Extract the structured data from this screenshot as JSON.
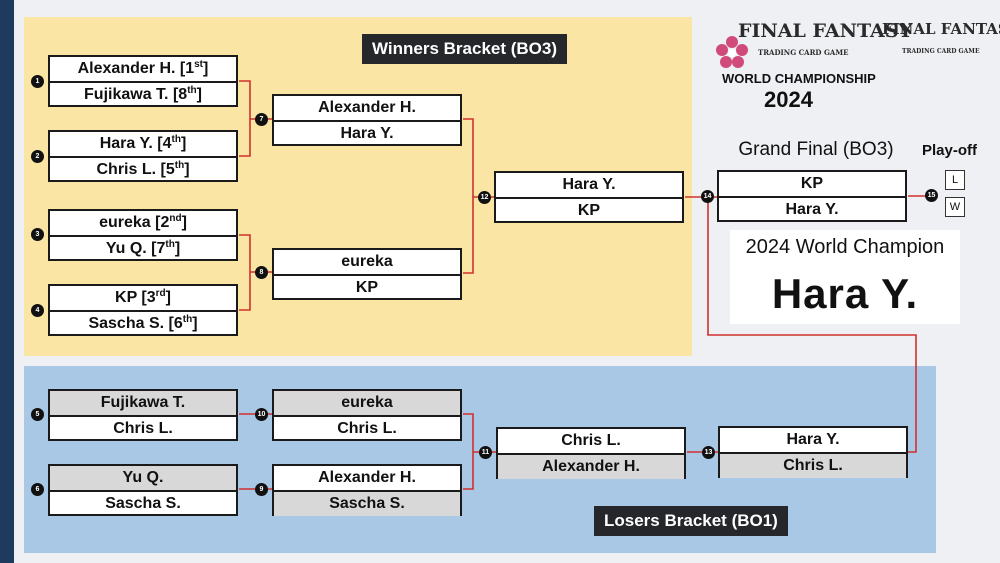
{
  "sections": {
    "winners": "Winners Bracket (BO3)",
    "losers": "Losers Bracket (BO1)",
    "grand_final": "Grand Final (BO3)",
    "playoff": "Play-off"
  },
  "logos": {
    "brand": "FINAL FANTASY",
    "subtitle": "TRADING CARD GAME",
    "event": "WORLD CHAMPIONSHIP",
    "year": "2024"
  },
  "champion": {
    "caption": "2024 World Champion",
    "name": "Hara Y."
  },
  "playoff_boxes": [
    "L",
    "W"
  ],
  "matches": {
    "m1": {
      "number": "1",
      "top": "Alexander H.",
      "top_seed": "1",
      "top_seed_suffix": "st",
      "bottom": "Fujikawa T.",
      "bottom_seed": "8",
      "bottom_seed_suffix": "th"
    },
    "m2": {
      "number": "2",
      "top": "Hara Y.",
      "top_seed": "4",
      "top_seed_suffix": "th",
      "bottom": "Chris L.",
      "bottom_seed": "5",
      "bottom_seed_suffix": "th"
    },
    "m3": {
      "number": "3",
      "top": "eureka",
      "top_seed": "2",
      "top_seed_suffix": "nd",
      "bottom": "Yu Q.",
      "bottom_seed": "7",
      "bottom_seed_suffix": "th"
    },
    "m4": {
      "number": "4",
      "top": "KP",
      "top_seed": "3",
      "top_seed_suffix": "rd",
      "bottom": "Sascha S.",
      "bottom_seed": "6",
      "bottom_seed_suffix": "th"
    },
    "m7": {
      "number": "7",
      "top": "Alexander H.",
      "bottom": "Hara Y."
    },
    "m8": {
      "number": "8",
      "top": "eureka",
      "bottom": "KP"
    },
    "m12": {
      "number": "12",
      "top": "Hara Y.",
      "bottom": "KP"
    },
    "m14": {
      "number": "14",
      "top": "KP",
      "bottom": "Hara Y."
    },
    "m15": {
      "number": "15"
    },
    "m5": {
      "number": "5",
      "top": "Fujikawa T.",
      "bottom": "Chris L."
    },
    "m6": {
      "number": "6",
      "top": "Yu Q.",
      "bottom": "Sascha S."
    },
    "m10": {
      "number": "10",
      "top": "eureka",
      "bottom": "Chris L."
    },
    "m9": {
      "number": "9",
      "top": "Alexander H.",
      "bottom": "Sascha S."
    },
    "m11": {
      "number": "11",
      "top": "Chris L.",
      "bottom": "Alexander H."
    },
    "m13": {
      "number": "13",
      "top": "Hara Y.",
      "bottom": "Chris L."
    }
  }
}
